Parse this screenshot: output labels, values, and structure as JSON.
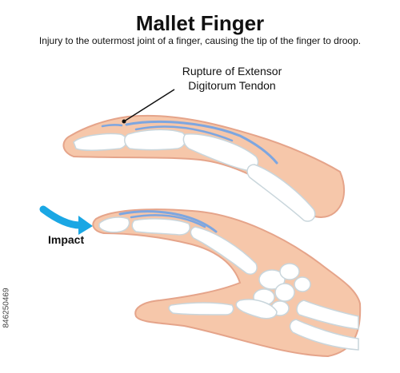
{
  "title": "Mallet Finger",
  "subtitle": "Injury to the outermost joint of a finger, causing the tip of the finger to droop.",
  "callout": {
    "line1": "Rupture of Extensor",
    "line2": "Digitorum Tendon"
  },
  "impact_label": "Impact",
  "stock_id": "846250469",
  "colors": {
    "skin": "#f6c7aa",
    "skin_outline": "#e5a48a",
    "bone": "#ffffff",
    "bone_outline": "#c9d6dc",
    "tendon": "#7da6e0",
    "arrow": "#1aa7e4",
    "text": "#111111"
  }
}
